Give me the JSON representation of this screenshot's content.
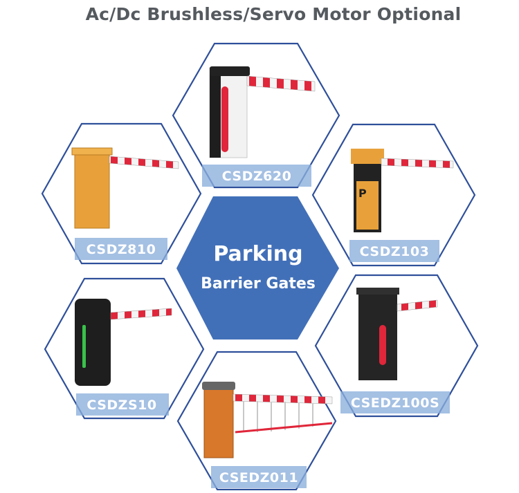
{
  "headline": "Ac/Dc Brushless/Servo Motor Optional",
  "center": {
    "line1": "Parking",
    "line2": "Barrier Gates"
  },
  "products": [
    {
      "model": "CSDZ620"
    },
    {
      "model": "CSDZ810"
    },
    {
      "model": "CSDZ103"
    },
    {
      "model": "CSDZS10"
    },
    {
      "model": "CSEDZ100S"
    },
    {
      "model": "CSEDZ011"
    }
  ],
  "colors": {
    "frame": "#2e4f9a",
    "center_fill": "#4270b8",
    "label_band": "#8aaedb",
    "barrier_red": "#e0263a",
    "cabinet_orange": "#e8a13a",
    "cabinet_black": "#2a2a2a"
  }
}
